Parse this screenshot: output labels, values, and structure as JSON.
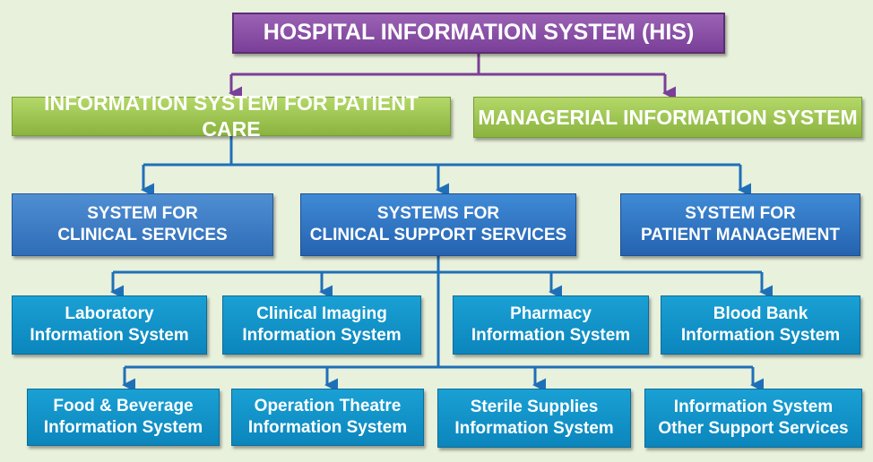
{
  "diagram": {
    "colors": {
      "background": "#e8f1dc",
      "root": "#8a4fa8",
      "green": "#9ec653",
      "blue": "#3a7cc4",
      "teal": "#1296cc",
      "purple_connector": "#7a3f98",
      "blue_connector": "#1f6fb8"
    },
    "root": {
      "label": "HOSPITAL INFORMATION SYSTEM (HIS)"
    },
    "level1": {
      "patient_care": "INFORMATION SYSTEM FOR PATIENT CARE",
      "managerial": "MANAGERIAL INFORMATION SYSTEM"
    },
    "level2": {
      "clinical": {
        "line1": "SYSTEM FOR",
        "line2": "CLINICAL SERVICES"
      },
      "clinical_support": {
        "line1": "SYSTEMS FOR",
        "line2": "CLINICAL SUPPORT SERVICES"
      },
      "patient_mgmt": {
        "line1": "SYSTEM FOR",
        "line2": "PATIENT MANAGEMENT"
      }
    },
    "level3": [
      {
        "line1": "Laboratory",
        "line2": "Information System"
      },
      {
        "line1": "Clinical Imaging",
        "line2": "Information System"
      },
      {
        "line1": "Pharmacy",
        "line2": "Information System"
      },
      {
        "line1": "Blood Bank",
        "line2": "Information System"
      }
    ],
    "level4": [
      {
        "line1": "Food & Beverage",
        "line2": "Information System"
      },
      {
        "line1": "Operation Theatre",
        "line2": "Information System"
      },
      {
        "line1": "Sterile Supplies",
        "line2": "Information System"
      },
      {
        "line1": "Information System",
        "line2": "Other Support Services"
      }
    ]
  }
}
